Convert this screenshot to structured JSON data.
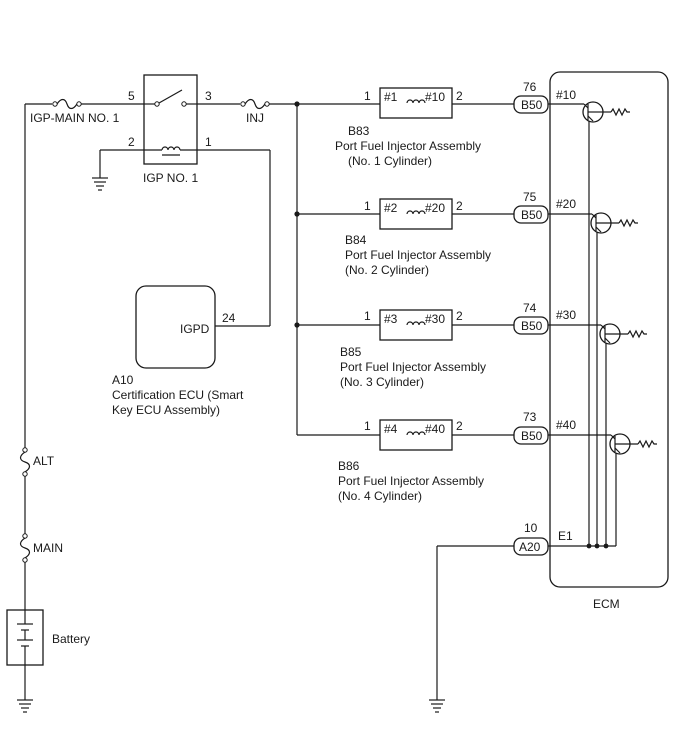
{
  "relay": {
    "name": "IGP NO. 1",
    "pin5": "5",
    "pin3": "3",
    "pin2": "2",
    "pin1": "1"
  },
  "fuses": {
    "igp_main": "IGP-MAIN NO. 1",
    "inj": "INJ",
    "alt": "ALT",
    "main": "MAIN"
  },
  "battery": {
    "label": "Battery"
  },
  "cert_ecu": {
    "pin_name": "IGPD",
    "pin_num": "24",
    "code": "A10",
    "desc_line1": "Certification ECU (Smart",
    "desc_line2": "Key ECU Assembly)"
  },
  "injectors": [
    {
      "pin_in": "1",
      "pin_out": "2",
      "left_label": "#1",
      "right_label": "#10",
      "code": "B83",
      "desc": "Port Fuel Injector Assembly",
      "cyl": "(No. 1 Cylinder)",
      "ecm_pin": "76",
      "connector": "B50",
      "ecm_signal": "#10"
    },
    {
      "pin_in": "1",
      "pin_out": "2",
      "left_label": "#2",
      "right_label": "#20",
      "code": "B84",
      "desc": "Port Fuel Injector Assembly",
      "cyl": "(No. 2 Cylinder)",
      "ecm_pin": "75",
      "connector": "B50",
      "ecm_signal": "#20"
    },
    {
      "pin_in": "1",
      "pin_out": "2",
      "left_label": "#3",
      "right_label": "#30",
      "code": "B85",
      "desc": "Port Fuel Injector Assembly",
      "cyl": "(No. 3 Cylinder)",
      "ecm_pin": "74",
      "connector": "B50",
      "ecm_signal": "#30"
    },
    {
      "pin_in": "1",
      "pin_out": "2",
      "left_label": "#4",
      "right_label": "#40",
      "code": "B86",
      "desc": "Port Fuel Injector Assembly",
      "cyl": "(No. 4 Cylinder)",
      "ecm_pin": "73",
      "connector": "B50",
      "ecm_signal": "#40"
    }
  ],
  "ground_conn": {
    "pin": "10",
    "connector": "A20",
    "signal": "E1"
  },
  "ecm": {
    "label": "ECM"
  }
}
